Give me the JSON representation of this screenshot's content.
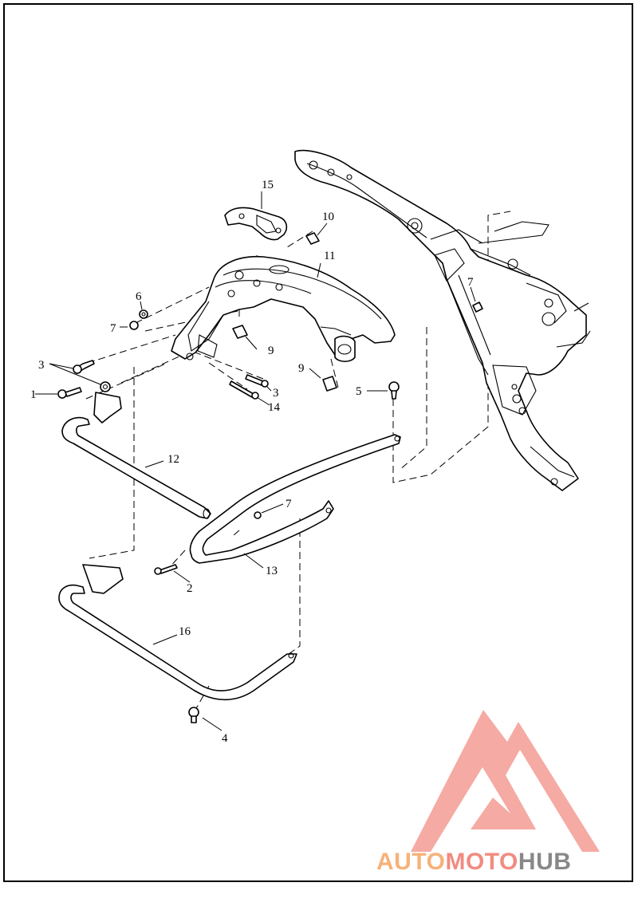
{
  "labels": {
    "l1": "1",
    "l2": "2",
    "l3a": "3",
    "l3b": "3",
    "l4": "4",
    "l5": "5",
    "l6": "6",
    "l7a": "7",
    "l7b": "7",
    "l7c": "7",
    "l9a": "9",
    "l9b": "9",
    "l10": "10",
    "l11": "11",
    "l12": "12",
    "l13": "13",
    "l14": "14",
    "l15": "15",
    "l16": "16"
  },
  "watermark": {
    "part1": "AUTO",
    "part2": "MOTO",
    "part3": "HUB",
    "color1": "#f6b27a",
    "color2": "#f28b80",
    "color3": "#888888",
    "logo_color": "#f39b93"
  }
}
